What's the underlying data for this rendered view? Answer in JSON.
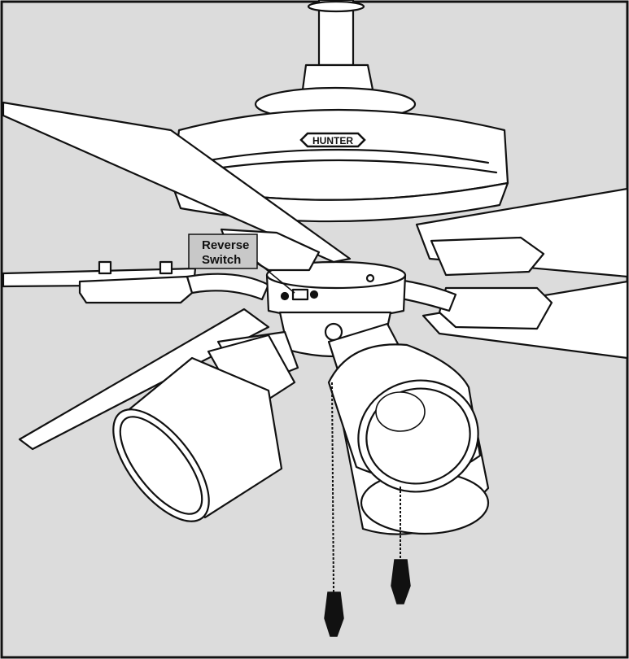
{
  "brand_badge": {
    "text": "HUNTER"
  },
  "callout": {
    "line1": "Reverse",
    "line2": "Switch"
  },
  "colors": {
    "background": "#dcdcdc",
    "outline": "#111111",
    "fill": "#ffffff",
    "callout_box": "#c8c8c8"
  }
}
